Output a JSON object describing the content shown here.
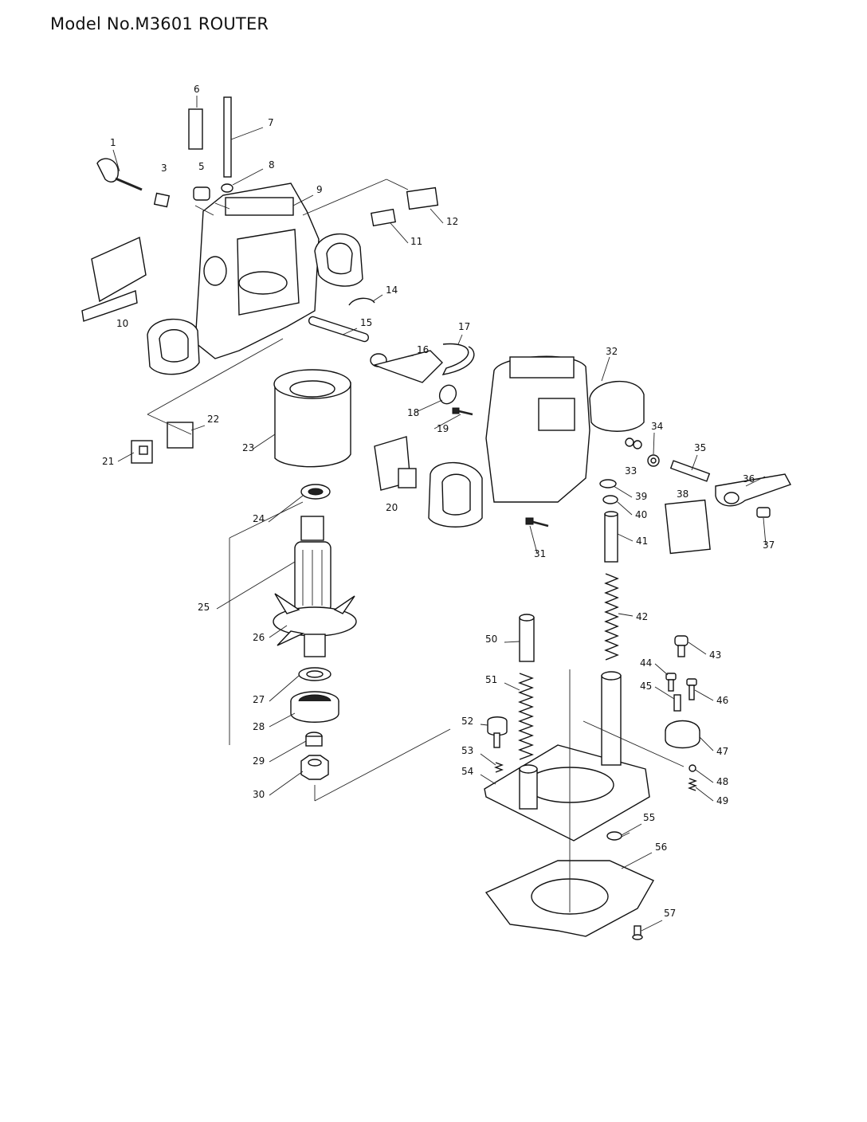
{
  "header": {
    "title": "Model No.M3601 ROUTER"
  },
  "parts": [
    {
      "no": "1"
    },
    {
      "no": "3"
    },
    {
      "no": "5"
    },
    {
      "no": "6"
    },
    {
      "no": "7"
    },
    {
      "no": "8"
    },
    {
      "no": "9"
    },
    {
      "no": "10"
    },
    {
      "no": "11"
    },
    {
      "no": "12"
    },
    {
      "no": "14"
    },
    {
      "no": "15"
    },
    {
      "no": "16"
    },
    {
      "no": "17"
    },
    {
      "no": "18"
    },
    {
      "no": "19"
    },
    {
      "no": "20"
    },
    {
      "no": "21"
    },
    {
      "no": "22"
    },
    {
      "no": "23"
    },
    {
      "no": "24"
    },
    {
      "no": "25"
    },
    {
      "no": "26"
    },
    {
      "no": "27"
    },
    {
      "no": "28"
    },
    {
      "no": "29"
    },
    {
      "no": "30"
    },
    {
      "no": "31"
    },
    {
      "no": "32"
    },
    {
      "no": "33"
    },
    {
      "no": "34"
    },
    {
      "no": "35"
    },
    {
      "no": "36"
    },
    {
      "no": "37"
    },
    {
      "no": "38"
    },
    {
      "no": "39"
    },
    {
      "no": "40"
    },
    {
      "no": "41"
    },
    {
      "no": "42"
    },
    {
      "no": "43"
    },
    {
      "no": "44"
    },
    {
      "no": "45"
    },
    {
      "no": "46"
    },
    {
      "no": "47"
    },
    {
      "no": "48"
    },
    {
      "no": "49"
    },
    {
      "no": "50"
    },
    {
      "no": "51"
    },
    {
      "no": "52"
    },
    {
      "no": "53"
    },
    {
      "no": "54"
    },
    {
      "no": "55"
    },
    {
      "no": "56"
    },
    {
      "no": "57"
    }
  ]
}
